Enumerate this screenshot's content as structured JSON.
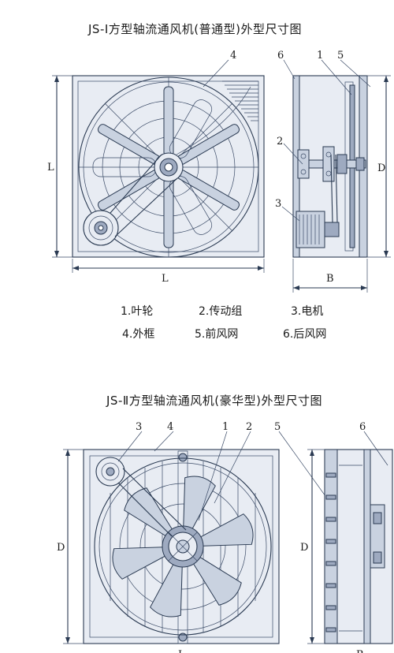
{
  "diagram1": {
    "title": "JS-Ⅰ方型轴流通风机(普通型)外型尺寸图",
    "dim_labels": {
      "height": "L",
      "width": "L",
      "depth": "B",
      "diameter": "D"
    },
    "callouts": [
      "4",
      "6",
      "1",
      "5",
      "2",
      "3"
    ],
    "legend": [
      [
        "1.叶轮",
        "2.传动组",
        "3.电机"
      ],
      [
        "4.外框",
        "5.前风网",
        "6.后风网"
      ]
    ]
  },
  "diagram2": {
    "title": "JS-Ⅱ方型轴流通风机(豪华型)外型尺寸图",
    "dim_labels": {
      "height": "D",
      "side_height": "D",
      "width": "L",
      "depth": "B"
    },
    "callouts": [
      "3",
      "4",
      "1",
      "2",
      "5",
      "6"
    ]
  }
}
